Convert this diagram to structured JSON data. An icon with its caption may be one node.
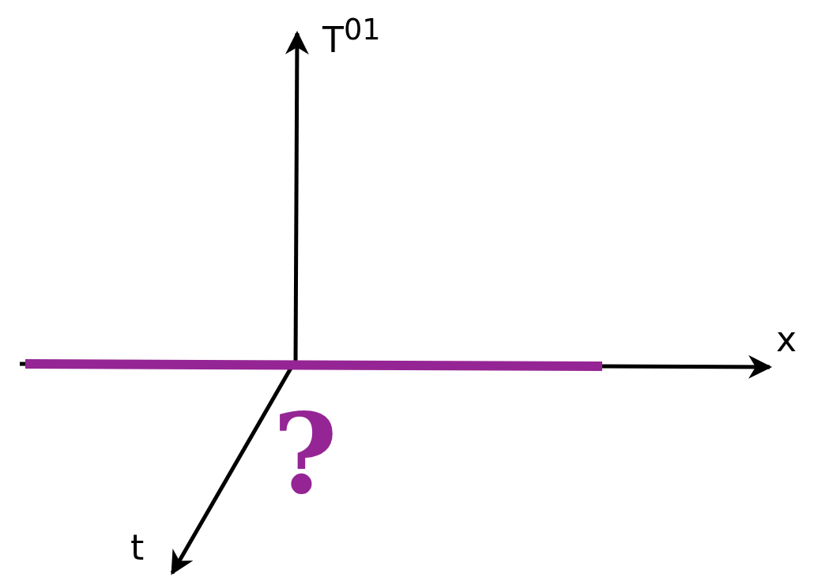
{
  "diagram": {
    "labels": [
      "T$^{01}$",
      "x",
      "t",
      "?"
    ]
  }
}
